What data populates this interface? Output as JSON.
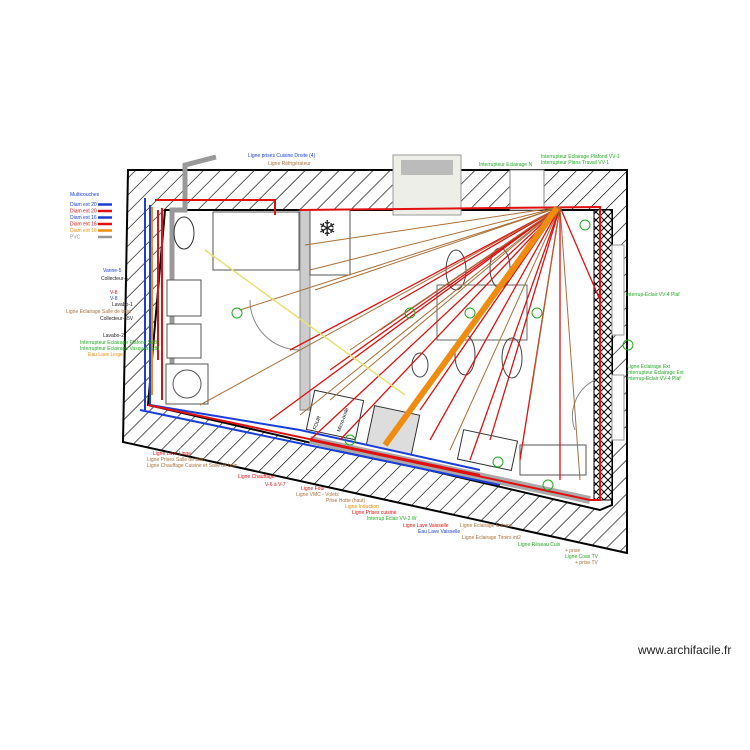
{
  "watermark": "www.archifacile.fr",
  "colors": {
    "red": "#e01010",
    "blue": "#1a3fd6",
    "orange": "#f08c10",
    "brown": "#a8703a",
    "green": "#22aa22",
    "grey": "#999999"
  },
  "legend": {
    "title": "Multicouches",
    "items": [
      {
        "label": "Diam ext 20",
        "color": "#1a3fd6"
      },
      {
        "label": "Diam ext 20",
        "color": "#e01010"
      },
      {
        "label": "Diam ext 16",
        "color": "#1a3fd6"
      },
      {
        "label": "Diam ext 16",
        "color": "#e01010"
      },
      {
        "label": "Diam ext 16",
        "color": "#f08c10"
      },
      {
        "label": "PVC",
        "color": "#999999"
      }
    ]
  },
  "labels": [
    {
      "text": "Ligne prises Cuisine Droite (4)",
      "color": "#1a3fd6"
    },
    {
      "text": "Ligne Réfrigérateur",
      "color": "#a8703a"
    },
    {
      "text": "Interrupteur Eclairage N",
      "color": "#22aa22"
    },
    {
      "text": "Interrupteur Eclairage Plafond VV-1",
      "color": "#22aa22"
    },
    {
      "text": "Interrupteur Plans Travail VV-1",
      "color": "#22aa22"
    },
    {
      "text": "Vanne-5",
      "color": "#1a3fd6"
    },
    {
      "text": "Collecteur-5",
      "color": "#222222"
    },
    {
      "text": "V-8",
      "color": "#e01010"
    },
    {
      "text": "V-8",
      "color": "#1a3fd6"
    },
    {
      "text": "Lavabo-1",
      "color": "#222222"
    },
    {
      "text": "Ligne Eclairage Salle de bain",
      "color": "#a8703a"
    },
    {
      "text": "Collecteur-55V",
      "color": "#222222"
    },
    {
      "text": "Lavabo-2",
      "color": "#222222"
    },
    {
      "text": "Interrupteur Eclairage Plafond SdB",
      "color": "#22aa22"
    },
    {
      "text": "Interrupteur Eclairage Vasques SdB",
      "color": "#22aa22"
    },
    {
      "text": "Eau Lave Linge",
      "color": "#f08c10"
    },
    {
      "text": "Interrup-Eclair VV-4 Plaf",
      "color": "#22aa22"
    },
    {
      "text": "Ligne Eclairage Ext",
      "color": "#22aa22"
    },
    {
      "text": "Interrupteur Eclairage Ext",
      "color": "#22aa22"
    },
    {
      "text": "Interrup-Eclair VV-4 Plaf",
      "color": "#22aa22"
    },
    {
      "text": "Ligne Lave Linge",
      "color": "#e01010"
    },
    {
      "text": "Ligne Prises Salle de bain",
      "color": "#a8703a"
    },
    {
      "text": "Ligne Chauffage Cuisine et Salle de bain",
      "color": "#a8703a"
    },
    {
      "text": "Ligne Chauffage",
      "color": "#e01010"
    },
    {
      "text": "V-6 à V-7",
      "color": "#e01010"
    },
    {
      "text": "Ligne Four",
      "color": "#e01010"
    },
    {
      "text": "Ligne VMC - Volets",
      "color": "#a8703a"
    },
    {
      "text": "Prise Hotte (haut)",
      "color": "#a8703a"
    },
    {
      "text": "Ligne Induction",
      "color": "#f08c10"
    },
    {
      "text": "Ligne Prises cuisine",
      "color": "#e01010"
    },
    {
      "text": "Interrup Eclair VV-2 W",
      "color": "#22aa22"
    },
    {
      "text": "Ligne Lave Vaisselle",
      "color": "#e01010"
    },
    {
      "text": "Eau Lave Vaisselle",
      "color": "#1a3fd6"
    },
    {
      "text": "Ligne Eclairage Cuisine",
      "color": "#a8703a"
    },
    {
      "text": "Ligne Eclairage Tiroirs int2",
      "color": "#a8703a"
    },
    {
      "text": "Ligne Réseau Cuis",
      "color": "#22aa22"
    },
    {
      "text": "+ prise",
      "color": "#a8703a"
    },
    {
      "text": "Ligne Coax TV",
      "color": "#22aa22"
    },
    {
      "text": "+ prise TV",
      "color": "#a8703a"
    }
  ],
  "furniture": {
    "oven_label": "FOUR",
    "oven_sublabel": "Micro-onde"
  }
}
